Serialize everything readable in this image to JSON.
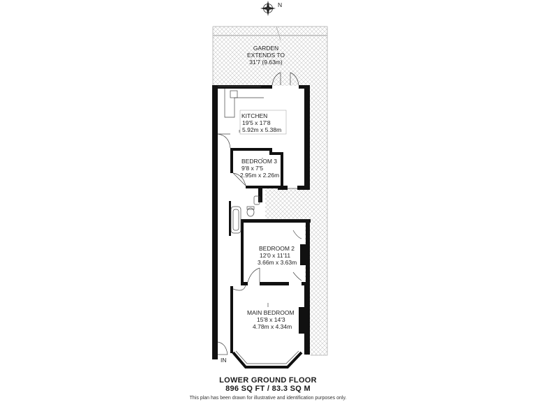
{
  "compass": {
    "label": "N"
  },
  "rooms": {
    "garden": {
      "name": "GARDEN",
      "line2": "EXTENDS TO",
      "line3": "31'7 (9.63m)"
    },
    "kitchen": {
      "name": "KITCHEN",
      "imperial": "19'5 x 17'8",
      "metric": "5.92m x 5.38m"
    },
    "bedroom3": {
      "name": "BEDROOM 3",
      "imperial": "9'8 x 7'5",
      "metric": "2.95m x 2.26m"
    },
    "bedroom2": {
      "name": "BEDROOM 2",
      "imperial": "12'0 x 11'11",
      "metric": "3.66m x 3.63m"
    },
    "main_bedroom": {
      "name": "MAIN BEDROOM",
      "imperial": "15'8 x 14'3",
      "metric": "4.78m x 4.34m"
    }
  },
  "entrance": {
    "label": "IN"
  },
  "footer": {
    "floor": "LOWER GROUND FLOOR",
    "area": "896 SQ FT / 83.3 SQ M",
    "disclaimer": "This plan has been drawn for illustrative and identification purposes only."
  }
}
